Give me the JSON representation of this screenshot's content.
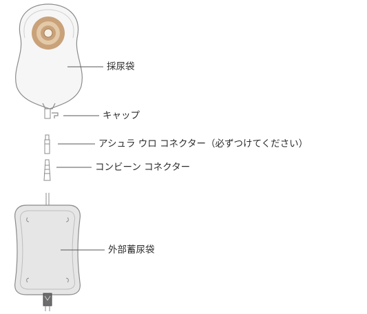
{
  "diagram": {
    "labels": {
      "urine_bag": "採尿袋",
      "cap": "キャップ",
      "ashura_connector": "アシュラ ウロ コネクター（必ずつけてください）",
      "conveen_connector": "コンビーン コネクター",
      "external_bag": "外部蓄尿袋"
    },
    "colors": {
      "outline": "#8a8a8a",
      "bag_fill": "#f6f6f6",
      "wafer_tan": "#c9a27a",
      "wafer_light": "#e3c9a8",
      "external_bag_fill": "#e6e6e6",
      "leader_line": "#555555"
    }
  }
}
